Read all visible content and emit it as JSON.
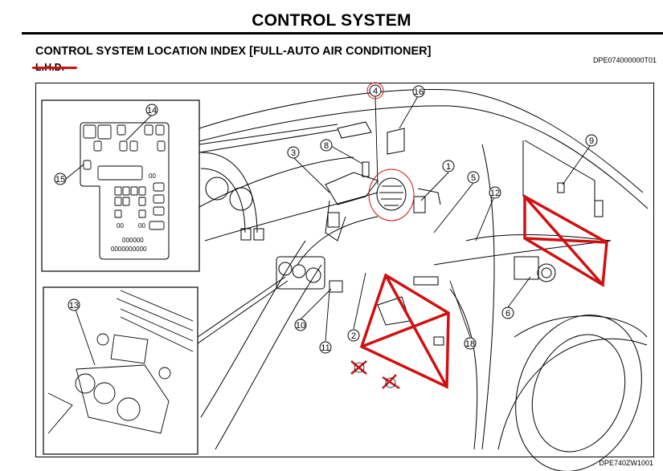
{
  "header": {
    "title": "CONTROL SYSTEM",
    "section_title": "CONTROL SYSTEM LOCATION INDEX [FULL-AUTO AIR CONDITIONER]",
    "doc_code": "DPE074000000T01",
    "variant_label": "L.H.D."
  },
  "figure": {
    "code": "DPE740ZW1001",
    "fuse_box_labels": {
      "row1": "00",
      "row2": "00",
      "row3": "00",
      "row4": "000000",
      "row5": "0000000000"
    },
    "callouts": [
      {
        "id": "c1",
        "label": "1"
      },
      {
        "id": "c2",
        "label": "2"
      },
      {
        "id": "c3",
        "label": "3"
      },
      {
        "id": "c4",
        "label": "4"
      },
      {
        "id": "c5",
        "label": "5"
      },
      {
        "id": "c6",
        "label": "6"
      },
      {
        "id": "c8",
        "label": "8"
      },
      {
        "id": "c9",
        "label": "9"
      },
      {
        "id": "c10",
        "label": "10"
      },
      {
        "id": "c11",
        "label": "11"
      },
      {
        "id": "c12",
        "label": "12"
      },
      {
        "id": "c13",
        "label": "13"
      },
      {
        "id": "c14",
        "label": "14"
      },
      {
        "id": "c15",
        "label": "15"
      },
      {
        "id": "c16",
        "label": "16"
      },
      {
        "id": "c18",
        "label": "18"
      }
    ],
    "annotation_color": "#d01010"
  }
}
